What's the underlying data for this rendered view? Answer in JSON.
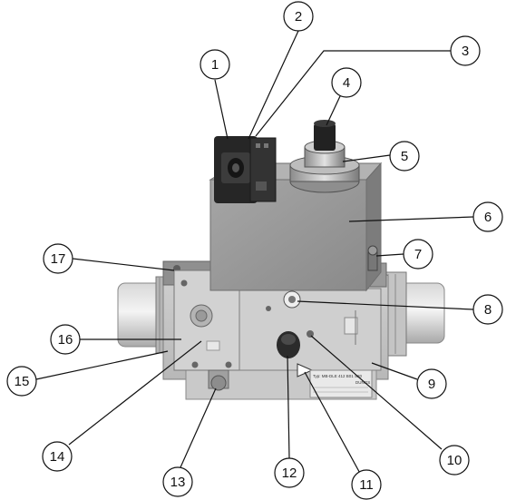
{
  "figure": {
    "nameplate_line1": "Typ: MB-DLE 412 B01 S20",
    "nameplate_brand": "DUNGS"
  },
  "callouts": [
    {
      "number": "1"
    },
    {
      "number": "2"
    },
    {
      "number": "3"
    },
    {
      "number": "4"
    },
    {
      "number": "5"
    },
    {
      "number": "6"
    },
    {
      "number": "7"
    },
    {
      "number": "8"
    },
    {
      "number": "9"
    },
    {
      "number": "10"
    },
    {
      "number": "11"
    },
    {
      "number": "12"
    },
    {
      "number": "13"
    },
    {
      "number": "14"
    },
    {
      "number": "15"
    },
    {
      "number": "16"
    },
    {
      "number": "17"
    }
  ]
}
